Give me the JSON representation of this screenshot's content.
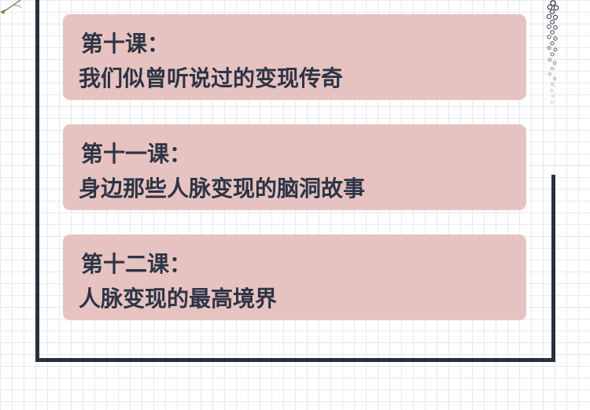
{
  "colors": {
    "frame": "#28303f",
    "card_background": "#e6c3c1",
    "text": "#2d3445",
    "grid_line": "#e6e9ee"
  },
  "icons": {
    "corner": "leaf-branch-icon",
    "chain": "bead-chain-icon"
  },
  "lessons": [
    {
      "number": "第十课：",
      "title": "我们似曾听说过的变现传奇"
    },
    {
      "number": "第十一课：",
      "title": "身边那些人脉变现的脑洞故事"
    },
    {
      "number": "第十二课：",
      "title": "人脉变现的最高境界"
    }
  ]
}
